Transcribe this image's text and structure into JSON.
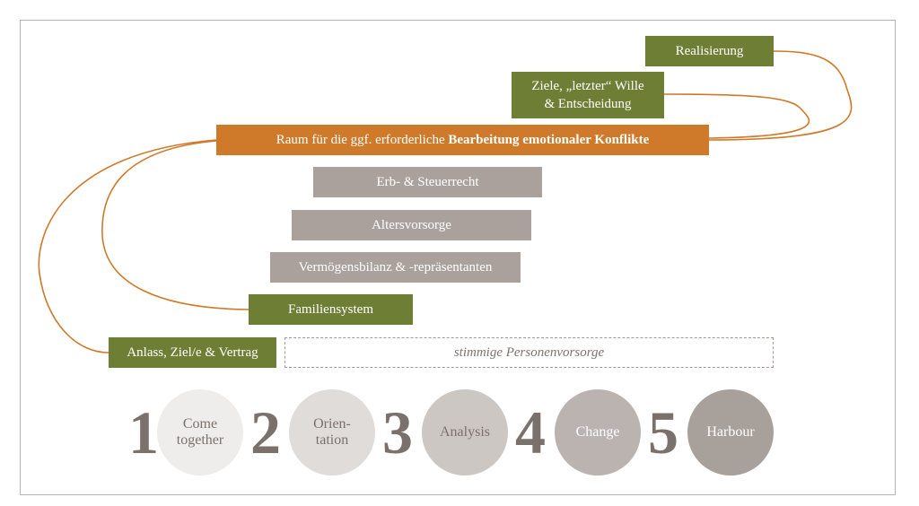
{
  "boxes": {
    "realisierung": "Realisierung",
    "ziele_line1": "Ziele, „letzter“ Wille",
    "ziele_line2": "& Entscheidung",
    "raum_prefix": "Raum für die ggf. erforderliche ",
    "raum_bold": "Bearbeitung emotionaler Konflikte",
    "erb": "Erb- & Steuerrecht",
    "alters": "Altersvorsorge",
    "vermoegen": "Vermögensbilanz & -repräsentanten",
    "familie": "Familiensystem",
    "anlass": "Anlass, Ziel/e & Vertrag",
    "stimmige": "stimmige Personenvorsorge"
  },
  "phases": [
    {
      "number": "1",
      "line1": "Come",
      "line2": "together"
    },
    {
      "number": "2",
      "line1": "Orien-",
      "line2": "tation"
    },
    {
      "number": "3",
      "line1": "Analysis",
      "line2": ""
    },
    {
      "number": "4",
      "line1": "Change",
      "line2": ""
    },
    {
      "number": "5",
      "line1": "Harbour",
      "line2": ""
    }
  ],
  "colors": {
    "green": "#6e7e34",
    "grey": "#aaa19c",
    "orange": "#cf7a2a",
    "number": "#7a716c",
    "circle_1": "#efedec",
    "circle_2": "#e0dcda",
    "circle_3": "#cdc7c4",
    "circle_4": "#bab3af",
    "circle_5": "#a8a09b"
  }
}
